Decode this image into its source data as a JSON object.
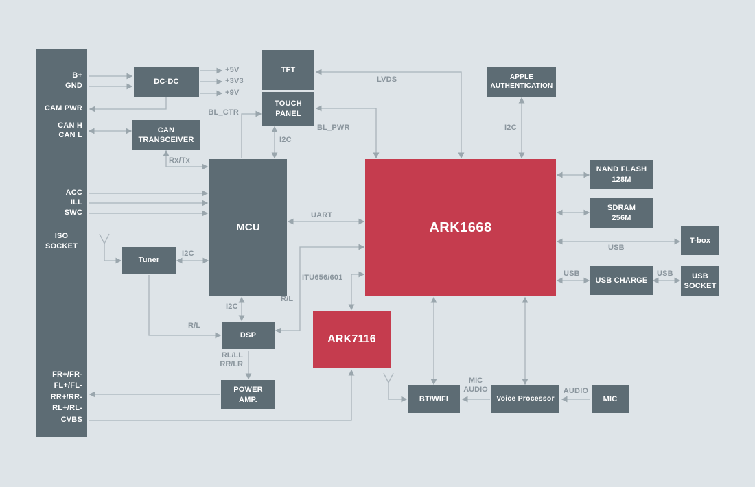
{
  "colors": {
    "background": "#dee4e8",
    "block_gray": "#5d6c74",
    "block_red": "#c53c4e",
    "wire": "#a9b3ba",
    "wire_label": "#8a959d"
  },
  "iso": {
    "b_plus": "B+",
    "gnd": "GND",
    "cam_pwr": "CAM PWR",
    "can_h": "CAN H",
    "can_l": "CAN L",
    "acc": "ACC",
    "ill": "ILL",
    "swc": "SWC",
    "iso_line1": "ISO",
    "iso_line2": "SOCKET",
    "fr": "FR+/FR-",
    "fl": "FL+/FL-",
    "rr": "RR+/RR-",
    "rl": "RL+/RL-",
    "cvbs": "CVBS"
  },
  "blocks": {
    "dcdc": "DC-DC",
    "tft": "TFT",
    "touch": "TOUCH PANEL",
    "apple": "APPLE AUTHENTICATION",
    "can_transceiver": "CAN TRANSCEIVER",
    "mcu": "MCU",
    "ark1668": "ARK1668",
    "nand": "NAND FLASH 128M",
    "sdram": "SDRAM 256M",
    "tbox": "T-box",
    "usb_charge": "USB CHARGE",
    "usb_socket": "USB SOCKET",
    "tuner": "Tuner",
    "dsp": "DSP",
    "ark7116": "ARK7116",
    "power_amp": "POWER AMP.",
    "btwifi": "BT/WIFI",
    "voice": "Voice Processor",
    "mic": "MIC"
  },
  "wire_labels": {
    "plus5v": "+5V",
    "plus3v3": "+3V3",
    "plus9v": "+9V",
    "bl_ctr": "BL_CTR",
    "lvds": "LVDS",
    "bl_pwr": "BL_PWR",
    "i2c": "I2C",
    "rx_tx": "Rx/Tx",
    "uart": "UART",
    "usb": "USB",
    "itu": "ITU656/601",
    "r_l": "R/L",
    "rl_ll": "RL/LL",
    "rr_lr": "RR/LR",
    "mic": "MIC",
    "audio": "AUDIO"
  }
}
